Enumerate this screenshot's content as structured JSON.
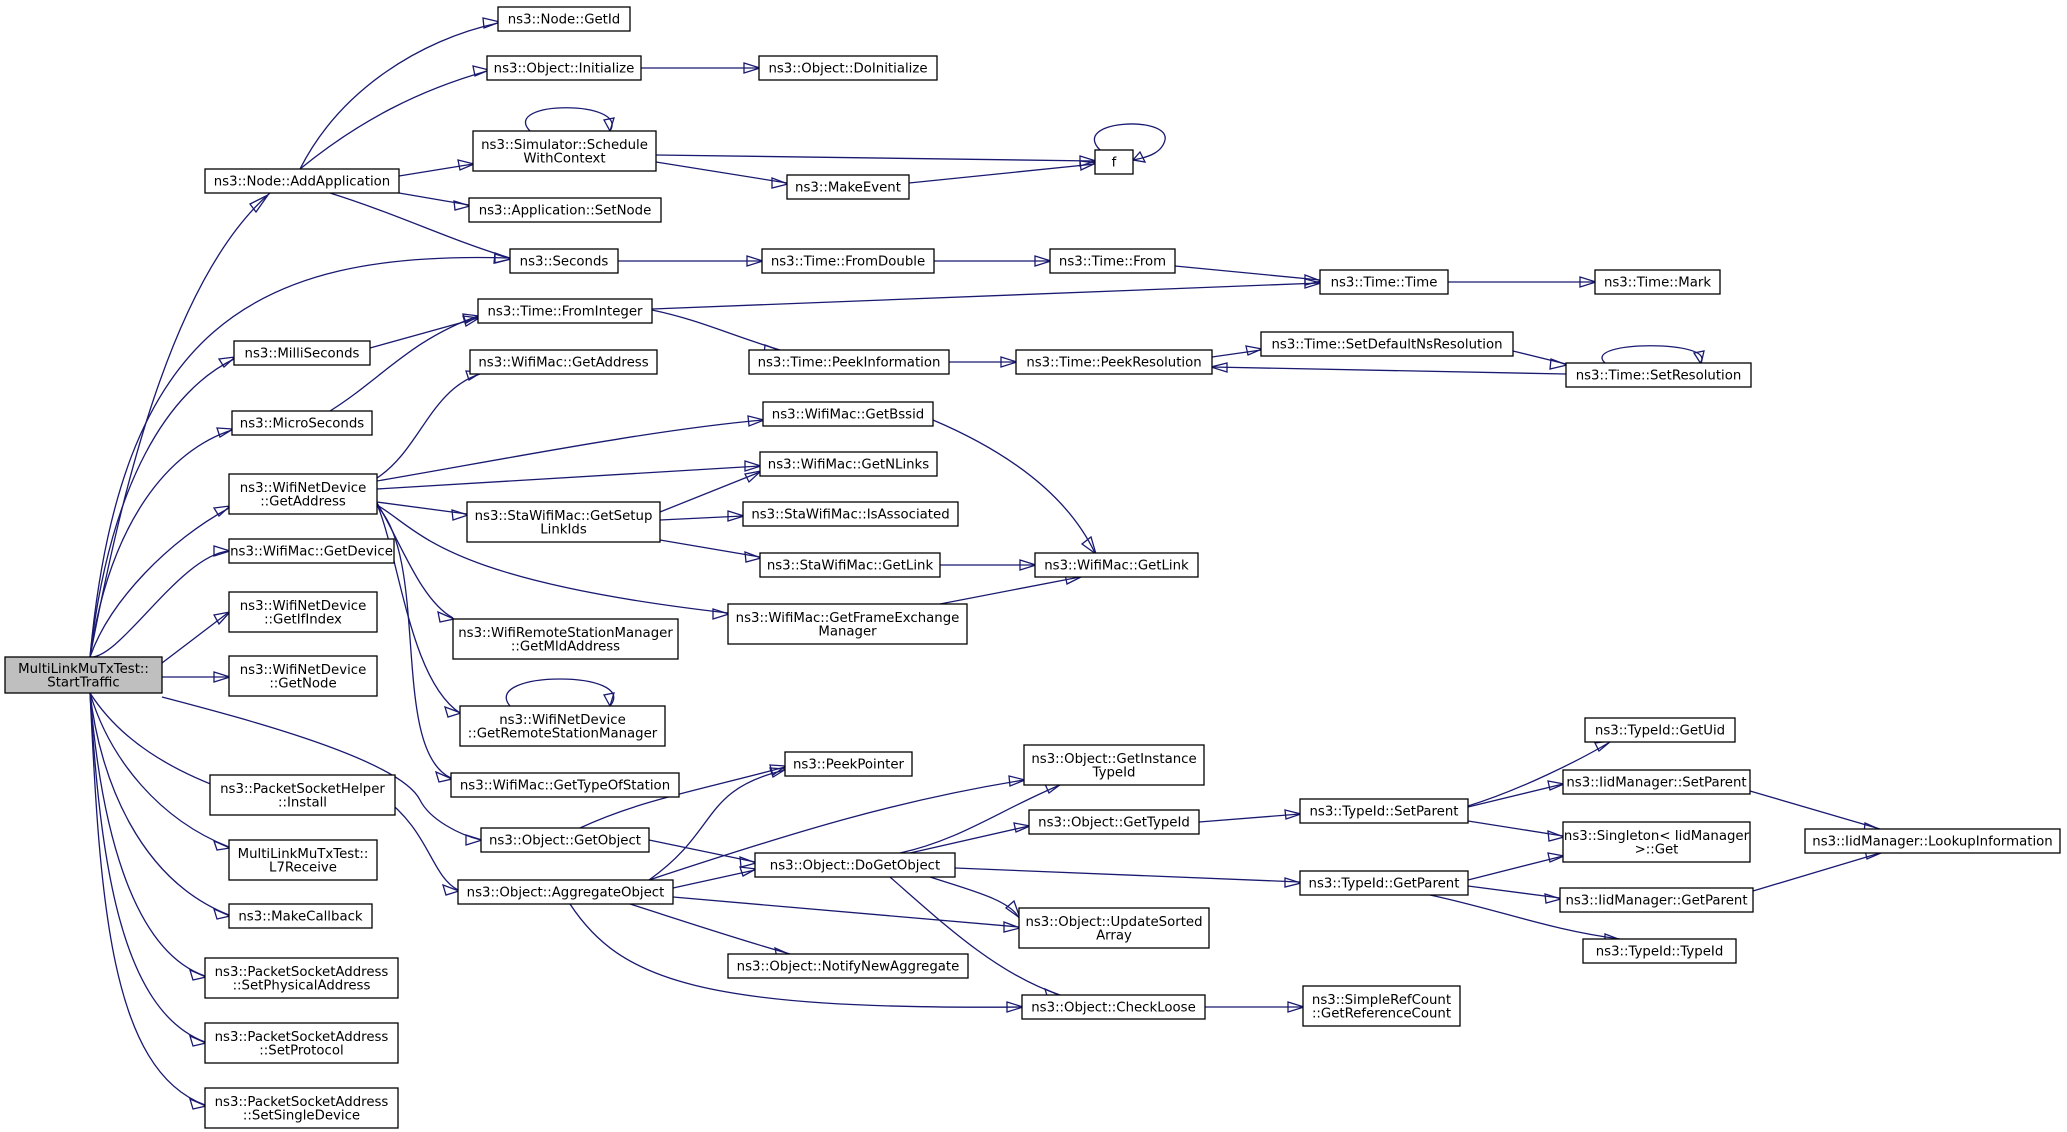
{
  "graph": {
    "nodes": [
      {
        "id": "start",
        "lines": [
          "MultiLinkMuTxTest::",
          "StartTraffic"
        ],
        "root": true
      },
      {
        "id": "nodeGetId",
        "lines": [
          "ns3::Node::GetId"
        ]
      },
      {
        "id": "objInitialize",
        "lines": [
          "ns3::Object::Initialize"
        ]
      },
      {
        "id": "objDoInitialize",
        "lines": [
          "ns3::Object::DoInitialize"
        ]
      },
      {
        "id": "schedule",
        "lines": [
          "ns3::Simulator::Schedule",
          "WithContext"
        ]
      },
      {
        "id": "f",
        "lines": [
          "f"
        ]
      },
      {
        "id": "addApp",
        "lines": [
          "ns3::Node::AddApplication"
        ]
      },
      {
        "id": "makeEvent",
        "lines": [
          "ns3::MakeEvent"
        ]
      },
      {
        "id": "appSetNode",
        "lines": [
          "ns3::Application::SetNode"
        ]
      },
      {
        "id": "seconds",
        "lines": [
          "ns3::Seconds"
        ]
      },
      {
        "id": "fromDouble",
        "lines": [
          "ns3::Time::FromDouble"
        ]
      },
      {
        "id": "timeFrom",
        "lines": [
          "ns3::Time::From"
        ]
      },
      {
        "id": "timeTime",
        "lines": [
          "ns3::Time::Time"
        ]
      },
      {
        "id": "timeMark",
        "lines": [
          "ns3::Time::Mark"
        ]
      },
      {
        "id": "fromInteger",
        "lines": [
          "ns3::Time::FromInteger"
        ]
      },
      {
        "id": "milli",
        "lines": [
          "ns3::MilliSeconds"
        ]
      },
      {
        "id": "setDefaultNs",
        "lines": [
          "ns3::Time::SetDefaultNsResolution"
        ]
      },
      {
        "id": "peekInfo",
        "lines": [
          "ns3::Time::PeekInformation"
        ]
      },
      {
        "id": "peekRes",
        "lines": [
          "ns3::Time::PeekResolution"
        ]
      },
      {
        "id": "setRes",
        "lines": [
          "ns3::Time::SetResolution"
        ]
      },
      {
        "id": "macGetAddress",
        "lines": [
          "ns3::WifiMac::GetAddress"
        ]
      },
      {
        "id": "micro",
        "lines": [
          "ns3::MicroSeconds"
        ]
      },
      {
        "id": "getBssid",
        "lines": [
          "ns3::WifiMac::GetBssid"
        ]
      },
      {
        "id": "getNLinks",
        "lines": [
          "ns3::WifiMac::GetNLinks"
        ]
      },
      {
        "id": "wndGetAddress",
        "lines": [
          "ns3::WifiNetDevice",
          "::GetAddress"
        ]
      },
      {
        "id": "staSetup",
        "lines": [
          "ns3::StaWifiMac::GetSetup",
          "LinkIds"
        ]
      },
      {
        "id": "isAssoc",
        "lines": [
          "ns3::StaWifiMac::IsAssociated"
        ]
      },
      {
        "id": "macGetDevice",
        "lines": [
          "ns3::WifiMac::GetDevice"
        ]
      },
      {
        "id": "staGetLink",
        "lines": [
          "ns3::StaWifiMac::GetLink"
        ]
      },
      {
        "id": "macGetLink",
        "lines": [
          "ns3::WifiMac::GetLink"
        ]
      },
      {
        "id": "ifIndex",
        "lines": [
          "ns3::WifiNetDevice",
          "::GetIfIndex"
        ]
      },
      {
        "id": "frameEx",
        "lines": [
          "ns3::WifiMac::GetFrameExchange",
          "Manager"
        ]
      },
      {
        "id": "mldAddr",
        "lines": [
          "ns3::WifiRemoteStationManager",
          "::GetMldAddress"
        ]
      },
      {
        "id": "wndGetNode",
        "lines": [
          "ns3::WifiNetDevice",
          "::GetNode"
        ]
      },
      {
        "id": "remoteMgr",
        "lines": [
          "ns3::WifiNetDevice",
          "::GetRemoteStationManager"
        ]
      },
      {
        "id": "getUid",
        "lines": [
          "ns3::TypeId::GetUid"
        ]
      },
      {
        "id": "instTypeId",
        "lines": [
          "ns3::Object::GetInstance",
          "TypeId"
        ]
      },
      {
        "id": "peekPointer",
        "lines": [
          "ns3::PeekPointer"
        ]
      },
      {
        "id": "pshInstall",
        "lines": [
          "ns3::PacketSocketHelper",
          "::Install"
        ]
      },
      {
        "id": "typeOfStation",
        "lines": [
          "ns3::WifiMac::GetTypeOfStation"
        ]
      },
      {
        "id": "iidSetParent",
        "lines": [
          "ns3::IidManager::SetParent"
        ]
      },
      {
        "id": "tidSetParent",
        "lines": [
          "ns3::TypeId::SetParent"
        ]
      },
      {
        "id": "objGetTypeId",
        "lines": [
          "ns3::Object::GetTypeId"
        ]
      },
      {
        "id": "singleton",
        "lines": [
          "ns3::Singleton< IidManager",
          ">::Get"
        ]
      },
      {
        "id": "lookupInfo",
        "lines": [
          "ns3::IidManager::LookupInformation"
        ]
      },
      {
        "id": "objGetObject",
        "lines": [
          "ns3::Object::GetObject"
        ]
      },
      {
        "id": "l7Receive",
        "lines": [
          "MultiLinkMuTxTest::",
          "L7Receive"
        ]
      },
      {
        "id": "doGetObject",
        "lines": [
          "ns3::Object::DoGetObject"
        ]
      },
      {
        "id": "tidGetParent",
        "lines": [
          "ns3::TypeId::GetParent"
        ]
      },
      {
        "id": "aggregate",
        "lines": [
          "ns3::Object::AggregateObject"
        ]
      },
      {
        "id": "iidGetParent",
        "lines": [
          "ns3::IidManager::GetParent"
        ]
      },
      {
        "id": "makeCallback",
        "lines": [
          "ns3::MakeCallback"
        ]
      },
      {
        "id": "updateSorted",
        "lines": [
          "ns3::Object::UpdateSorted",
          "Array"
        ]
      },
      {
        "id": "tidTypeId",
        "lines": [
          "ns3::TypeId::TypeId"
        ]
      },
      {
        "id": "notifyNew",
        "lines": [
          "ns3::Object::NotifyNewAggregate"
        ]
      },
      {
        "id": "setPhysical",
        "lines": [
          "ns3::PacketSocketAddress",
          "::SetPhysicalAddress"
        ]
      },
      {
        "id": "checkLoose",
        "lines": [
          "ns3::Object::CheckLoose"
        ]
      },
      {
        "id": "refCount",
        "lines": [
          "ns3::SimpleRefCount",
          "::GetReferenceCount"
        ]
      },
      {
        "id": "setProtocol",
        "lines": [
          "ns3::PacketSocketAddress",
          "::SetProtocol"
        ]
      },
      {
        "id": "setSingle",
        "lines": [
          "ns3::PacketSocketAddress",
          "::SetSingleDevice"
        ]
      }
    ]
  }
}
